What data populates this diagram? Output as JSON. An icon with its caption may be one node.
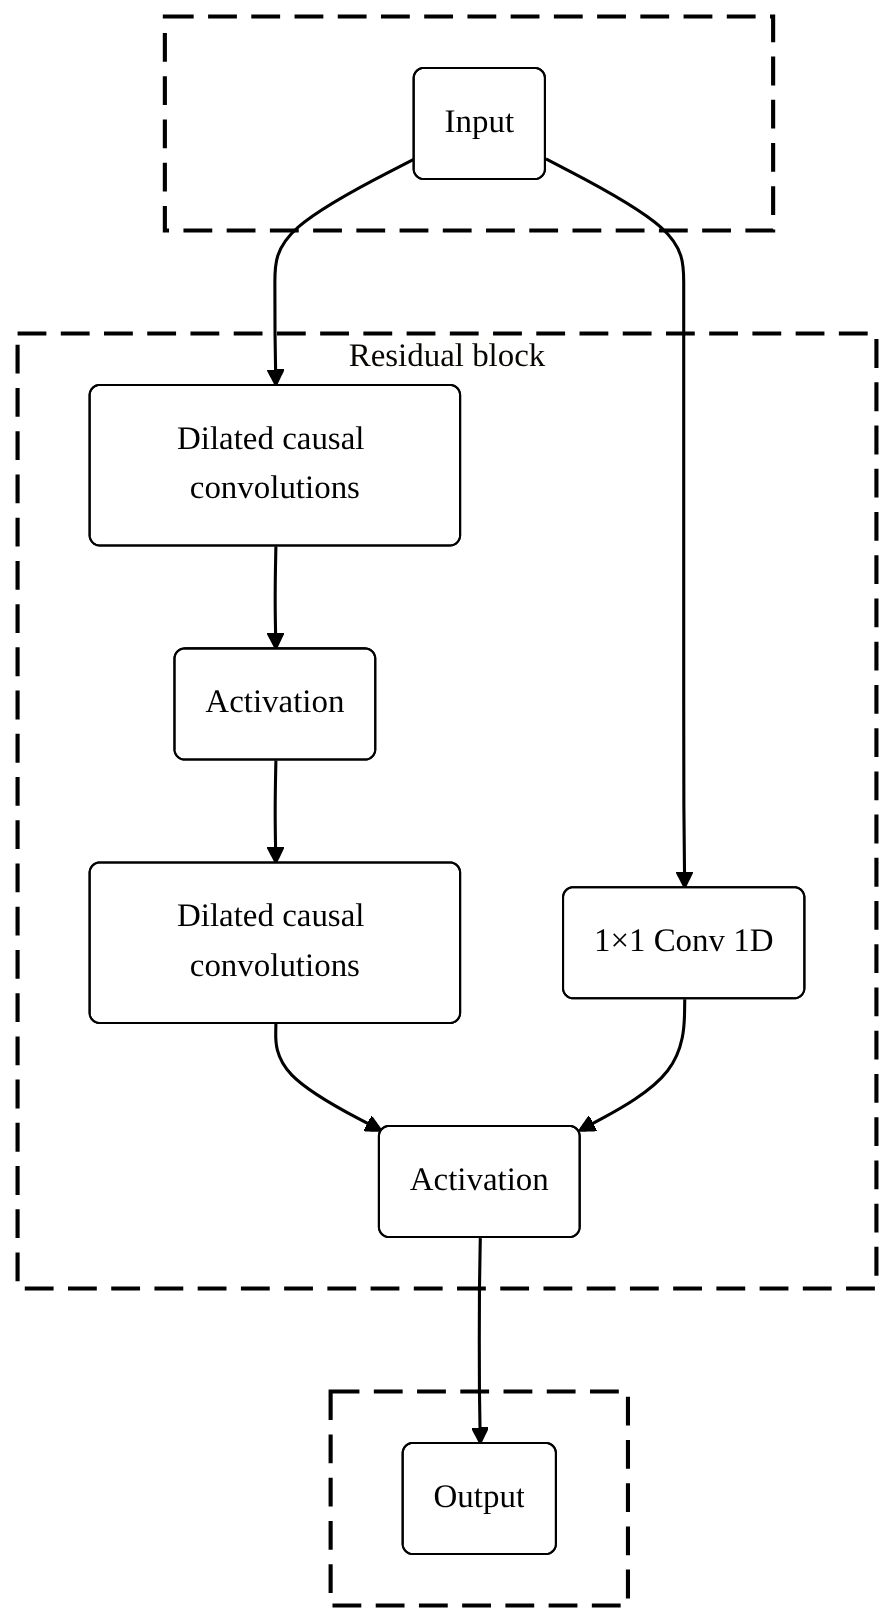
{
  "diagram": {
    "nodes": [
      {
        "text": [],
        "shape": "box"
      },
      {
        "text": [
          "Input"
        ],
        "in": 0
      },
      {
        "text": [
          "Residual block"
        ]
      },
      {
        "text": [
          "Dilated causal convolutions"
        ],
        "in": 2
      },
      {
        "text": [
          "Activation"
        ],
        "in": 2
      },
      {
        "text": [
          "1×1 Conv 1D"
        ],
        "in": 2
      },
      {
        "text": [
          "Dilated causal convolutions"
        ],
        "in": 2
      },
      {
        "text": [
          "Activation"
        ],
        "in": 2
      },
      {
        "text": [],
        "shape": "box"
      },
      {
        "text": [
          "Output"
        ],
        "in": 8
      }
    ],
    "edges": [
      {
        "from": 1,
        "to": 3,
        "arrow": "to"
      },
      {
        "from": 1,
        "to": 5,
        "arrow": "to"
      },
      {
        "from": 3,
        "to": 4,
        "arrow": "to"
      },
      {
        "from": 4,
        "to": 6,
        "arrow": "to"
      },
      {
        "from": 6,
        "to": 7,
        "arrow": "to"
      },
      {
        "from": 5,
        "to": 7,
        "arrow": "to"
      },
      {
        "from": 7,
        "to": 9,
        "arrow": "to"
      }
    ]
  }
}
